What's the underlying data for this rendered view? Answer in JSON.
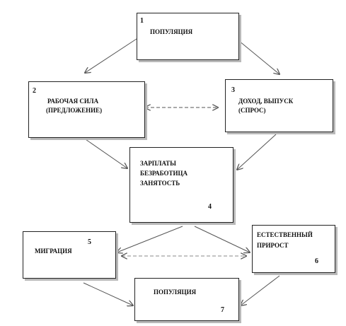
{
  "diagram": {
    "nodes": [
      {
        "id": "1",
        "number": "1",
        "lines": [
          "ПОПУЛЯЦИЯ"
        ]
      },
      {
        "id": "2",
        "number": "2",
        "lines": [
          "РАБОЧАЯ СИЛА",
          "(ПРЕДЛОЖЕНИЕ)"
        ]
      },
      {
        "id": "3",
        "number": "3",
        "lines": [
          "ДОХОД, ВЫПУСК",
          "(СПРОС)"
        ]
      },
      {
        "id": "4",
        "number": "4",
        "lines": [
          "ЗАРПЛАТЫ",
          "БЕЗРАБОТИЦА",
          "ЗАНЯТОСТЬ"
        ]
      },
      {
        "id": "5",
        "number": "5",
        "lines": [
          "МИГРАЦИЯ"
        ]
      },
      {
        "id": "6",
        "number": "6",
        "lines": [
          "ЕСТЕСТВЕННЫЙ",
          "ПРИРОСТ"
        ]
      },
      {
        "id": "7",
        "number": "7",
        "lines": [
          "ПОПУЛЯЦИЯ"
        ]
      }
    ],
    "edges": [
      {
        "from": "1",
        "to": "2",
        "style": "solid"
      },
      {
        "from": "1",
        "to": "3",
        "style": "solid"
      },
      {
        "from": "2",
        "to": "3",
        "style": "dashed",
        "bidirectional": true
      },
      {
        "from": "2",
        "to": "4",
        "style": "solid"
      },
      {
        "from": "3",
        "to": "4",
        "style": "solid"
      },
      {
        "from": "4",
        "to": "5",
        "style": "solid"
      },
      {
        "from": "4",
        "to": "6",
        "style": "solid"
      },
      {
        "from": "5",
        "to": "6",
        "style": "dashed",
        "bidirectional": true
      },
      {
        "from": "5",
        "to": "7",
        "style": "solid"
      },
      {
        "from": "6",
        "to": "7",
        "style": "solid"
      }
    ],
    "colors": {
      "line": "#555555",
      "border": "#222222",
      "shadow": "#b9b9b9"
    }
  }
}
